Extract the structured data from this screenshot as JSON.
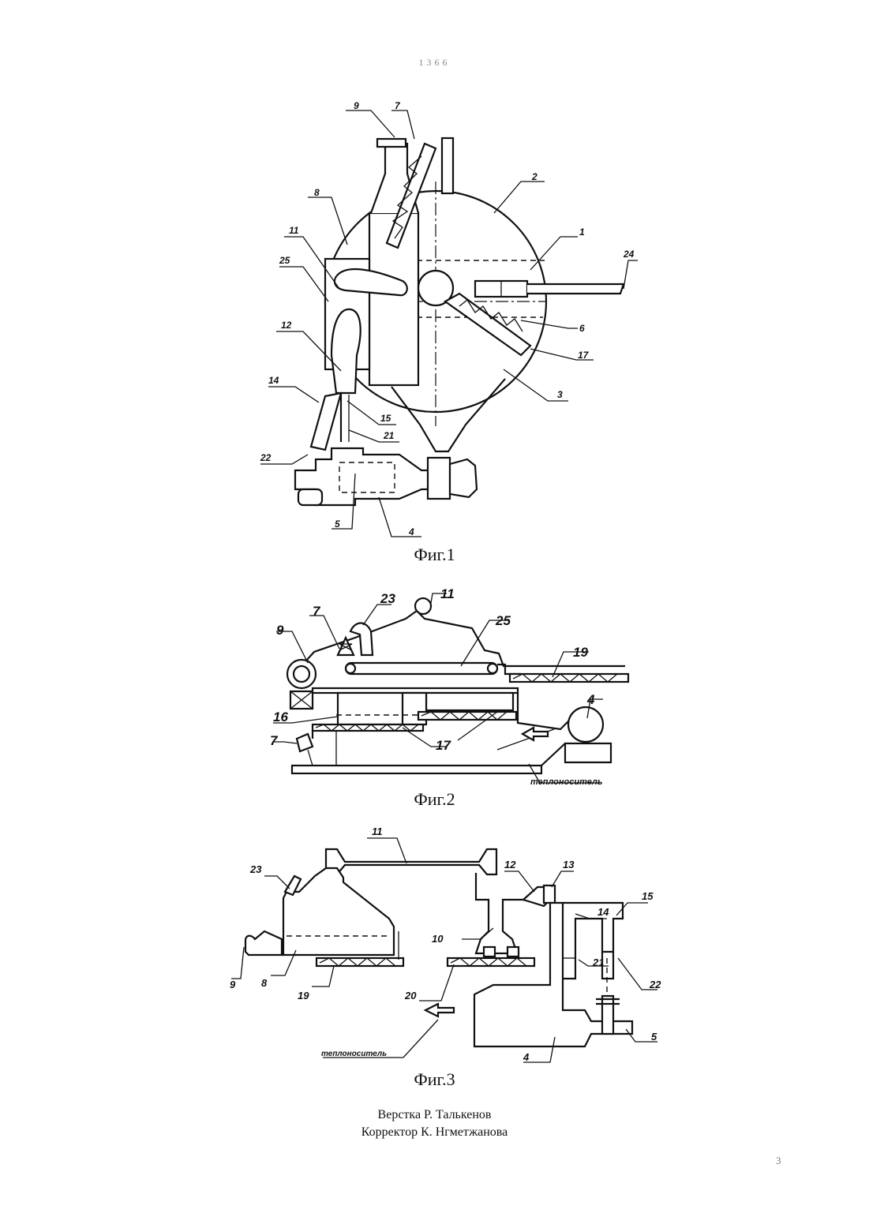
{
  "page_header": "1366",
  "page_number": "3",
  "figures": [
    {
      "caption": "Фиг.1",
      "labels": [
        "9",
        "7",
        "2",
        "8",
        "1",
        "24",
        "11",
        "25",
        "6",
        "17",
        "12",
        "14",
        "15",
        "21",
        "22",
        "3",
        "5",
        "4"
      ]
    },
    {
      "caption": "Фиг.2",
      "labels": [
        "9",
        "7",
        "23",
        "11",
        "25",
        "19",
        "4",
        "16",
        "17",
        "7"
      ],
      "annotation": "теплоноситель"
    },
    {
      "caption": "Фиг.3",
      "labels": [
        "11",
        "23",
        "12",
        "13",
        "15",
        "14",
        "10",
        "9",
        "8",
        "21",
        "22",
        "19",
        "20",
        "5",
        "4"
      ],
      "annotation": "теплоноситель"
    }
  ],
  "credits": {
    "layout": "Верстка Р. Талькенов",
    "proofreader": "Корректор К. Нгметжанова"
  }
}
